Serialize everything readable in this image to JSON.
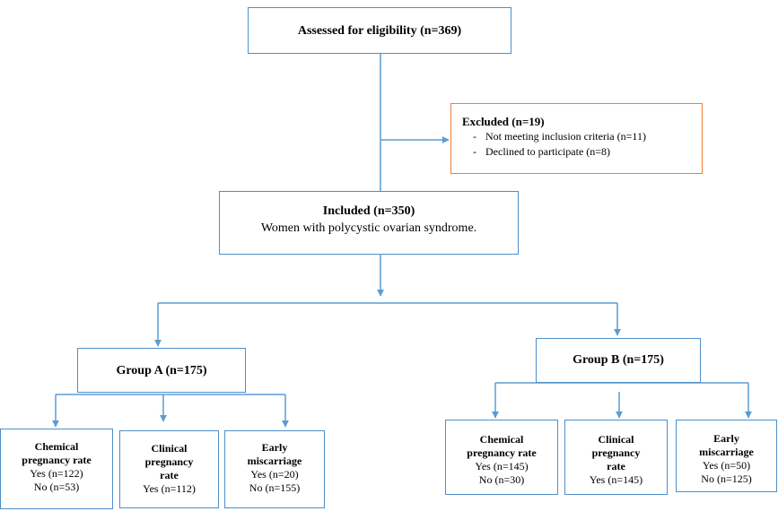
{
  "assessed": {
    "title": "Assessed for eligibility (n=369)"
  },
  "excluded": {
    "title": "Excluded (n=19)",
    "items": [
      "Not meeting inclusion criteria (n=11)",
      "Declined to participate (n=8)"
    ]
  },
  "included": {
    "title": "Included (n=350)",
    "subtitle": "Women with polycystic ovarian syndrome."
  },
  "group_a": {
    "title": "Group A (n=175)",
    "chemical": {
      "label_1": "Chemical",
      "label_2": "pregnancy rate",
      "yes": "Yes (n=122)",
      "no": "No (n=53)"
    },
    "clinical": {
      "label_1": "Clinical",
      "label_2": "pregnancy",
      "label_3": "rate",
      "yes": "Yes (n=112)"
    },
    "miscarriage": {
      "label_1": "Early",
      "label_2": "miscarriage",
      "yes": "Yes (n=20)",
      "no": "No (n=155)"
    }
  },
  "group_b": {
    "title": "Group B (n=175)",
    "chemical": {
      "label_1": "Chemical",
      "label_2": "pregnancy rate",
      "yes": "Yes (n=145)",
      "no": "No (n=30)"
    },
    "clinical": {
      "label_1": "Clinical",
      "label_2": "pregnancy",
      "label_3": "rate",
      "yes": "Yes (n=145)"
    },
    "miscarriage": {
      "label_1": "Early",
      "label_2": "miscarriage",
      "yes": "Yes (n=50)",
      "no": "No (n=125)"
    }
  },
  "colors": {
    "connector": "#5b9bd5",
    "box_border": "#4f8fc9",
    "excluded_border": "#ed7d31"
  }
}
